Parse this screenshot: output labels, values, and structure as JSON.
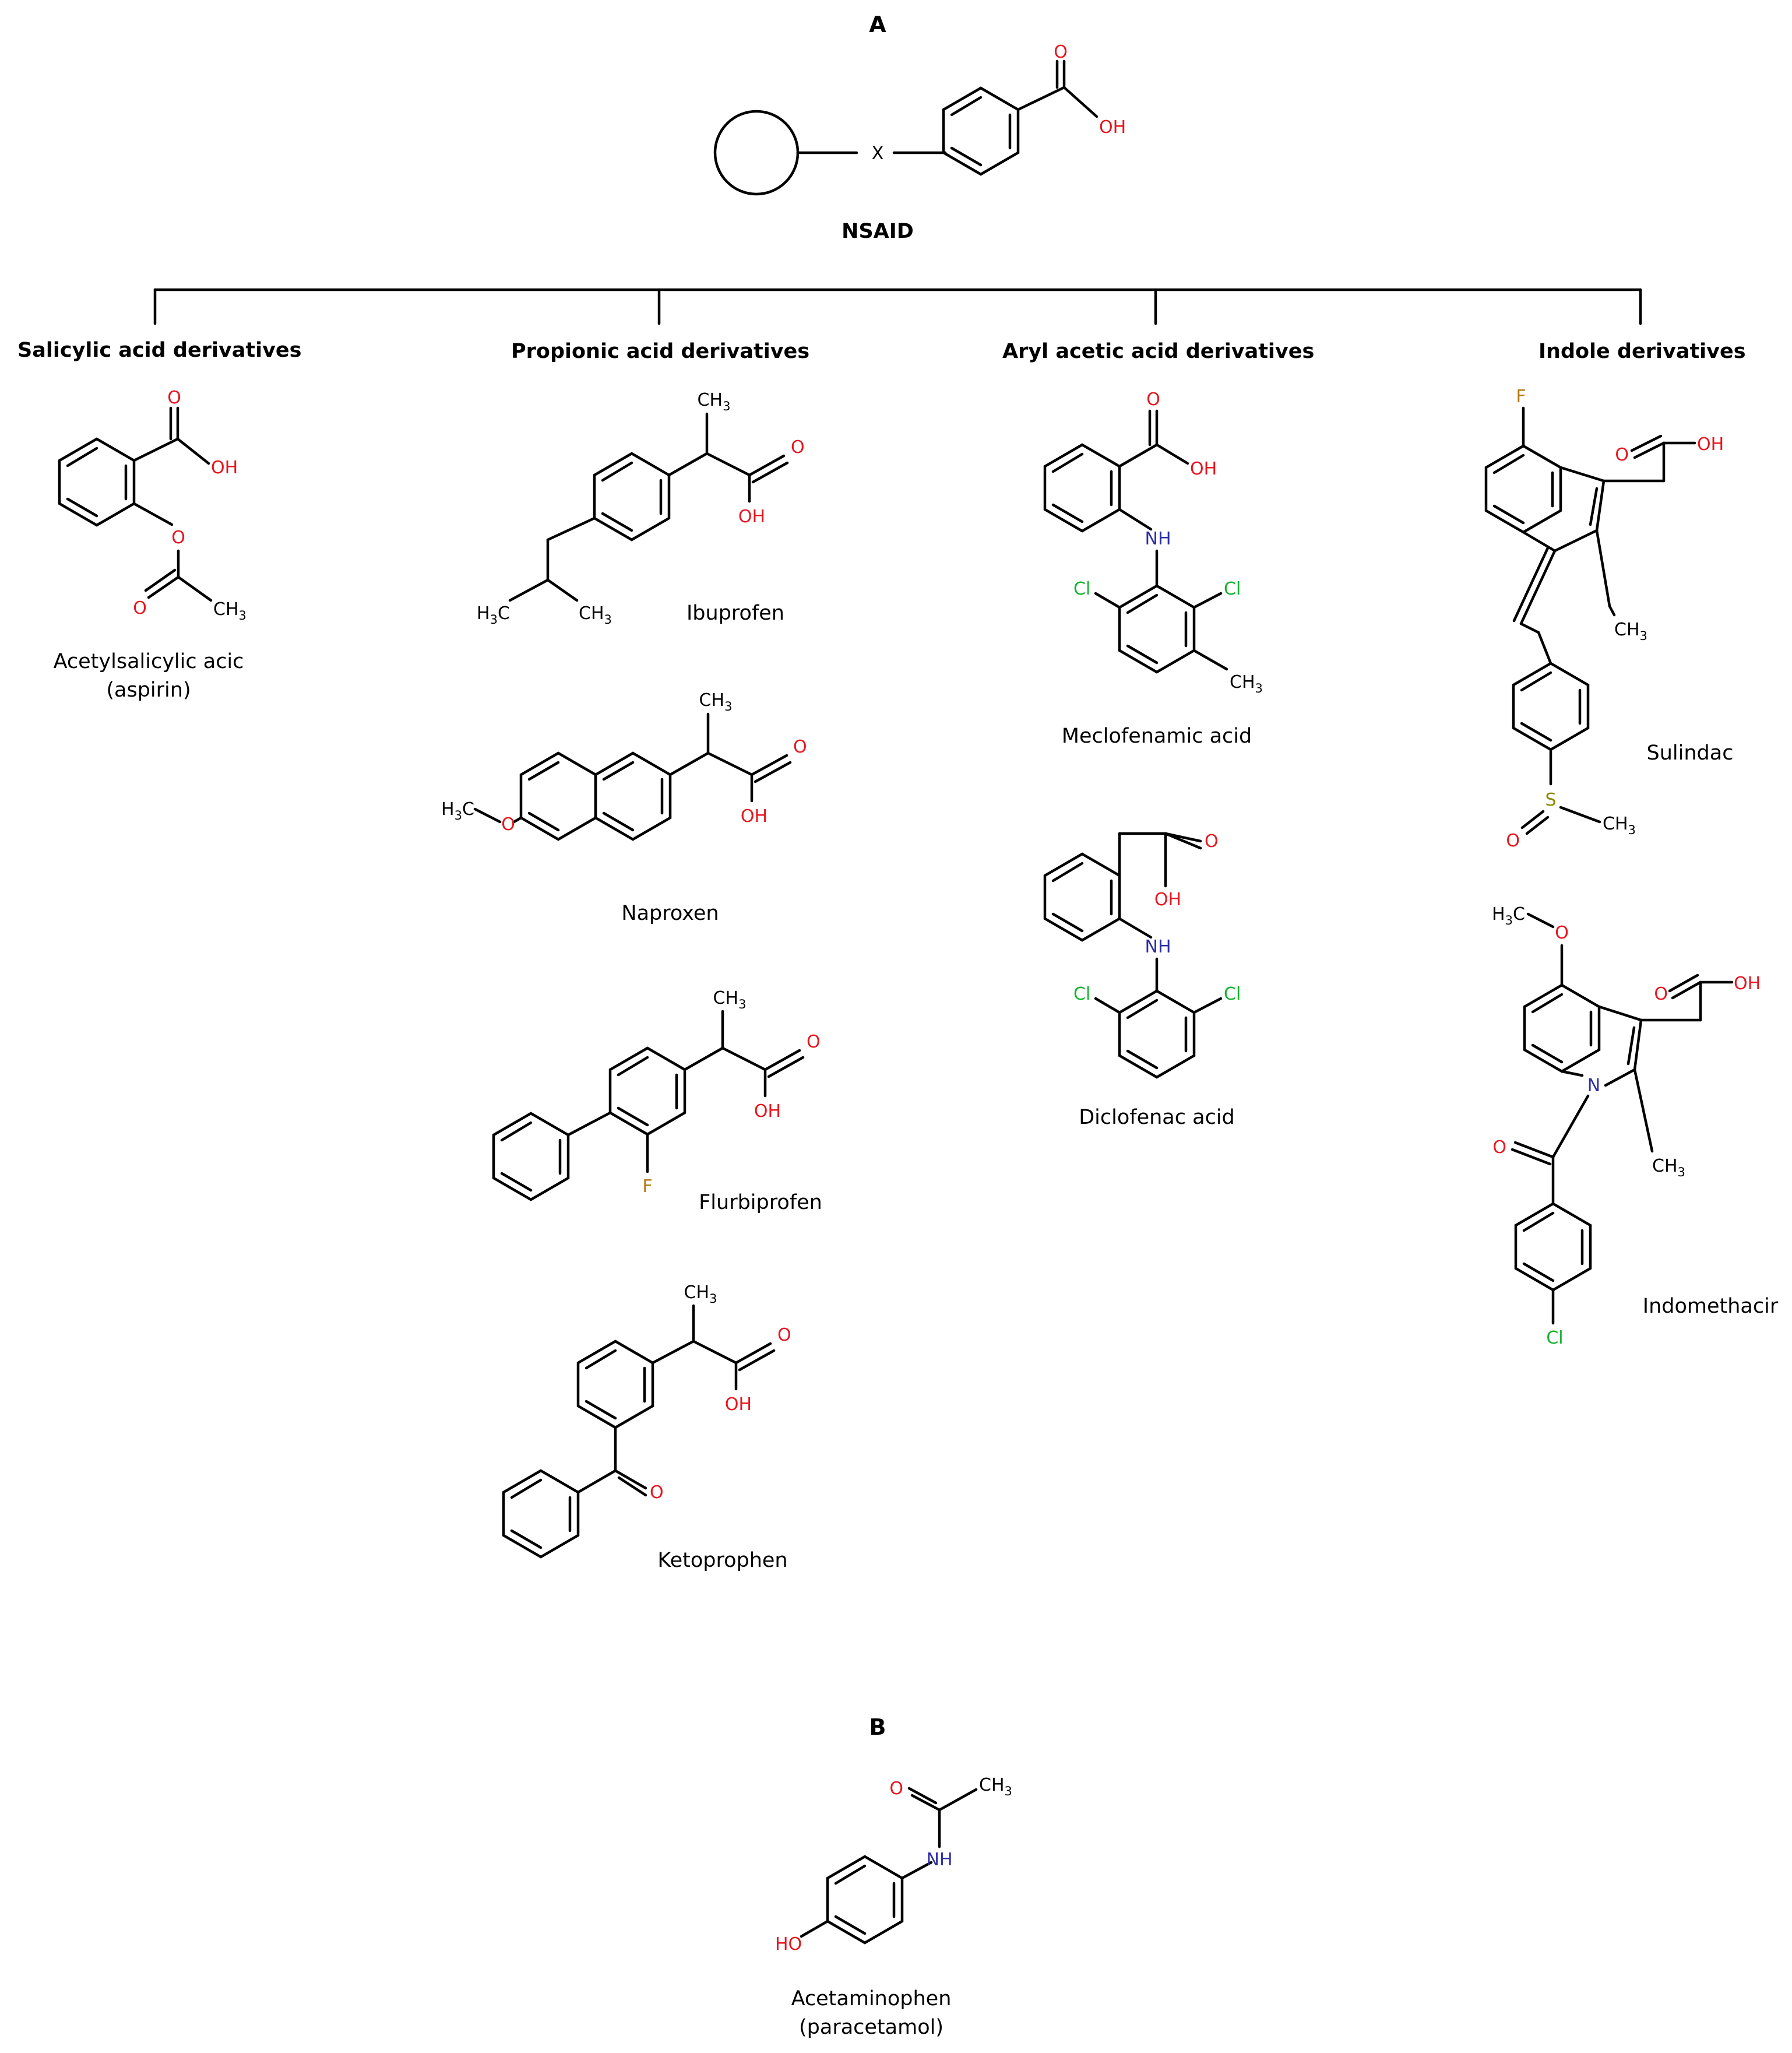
{
  "panels": {
    "a": "A",
    "b": "B"
  },
  "scaffold": {
    "label": "NSAID",
    "linker": "X"
  },
  "categories": [
    "Salicylic acid derivatives",
    "Propionic acid derivatives",
    "Aryl acetic acid derivatives",
    "Indole derivatives"
  ],
  "compounds": {
    "aspirin": [
      "Acetylsalicylic acic",
      "(aspirin)"
    ],
    "ibuprofen": "Ibuprofen",
    "naproxen": "Naproxen",
    "flurbiprofen": "Flurbiprofen",
    "ketoprofen": "Ketoprophen",
    "meclofenamic": "Meclofenamic acid",
    "diclofenac": "Diclofenac acid",
    "sulindac": "Sulindac",
    "indomethacin": "Indomethacir",
    "acetaminophen": [
      "Acetaminophen",
      "(paracetamol)"
    ]
  },
  "atom_labels": {
    "o": "O",
    "oh": "OH",
    "ho": "HO",
    "nh": "NH",
    "n": "N",
    "cl": "Cl",
    "f": "F",
    "s": "S",
    "ch3": "CH",
    "h3c": "H",
    "c": "C",
    "sub3": "3"
  },
  "colors": {
    "oxygen": "#e8141e",
    "nitrogen": "#2c2ca8",
    "chlorine": "#13b32e",
    "fluorine": "#b37b12",
    "sulfur": "#8a8a00",
    "bond": "#000000"
  }
}
